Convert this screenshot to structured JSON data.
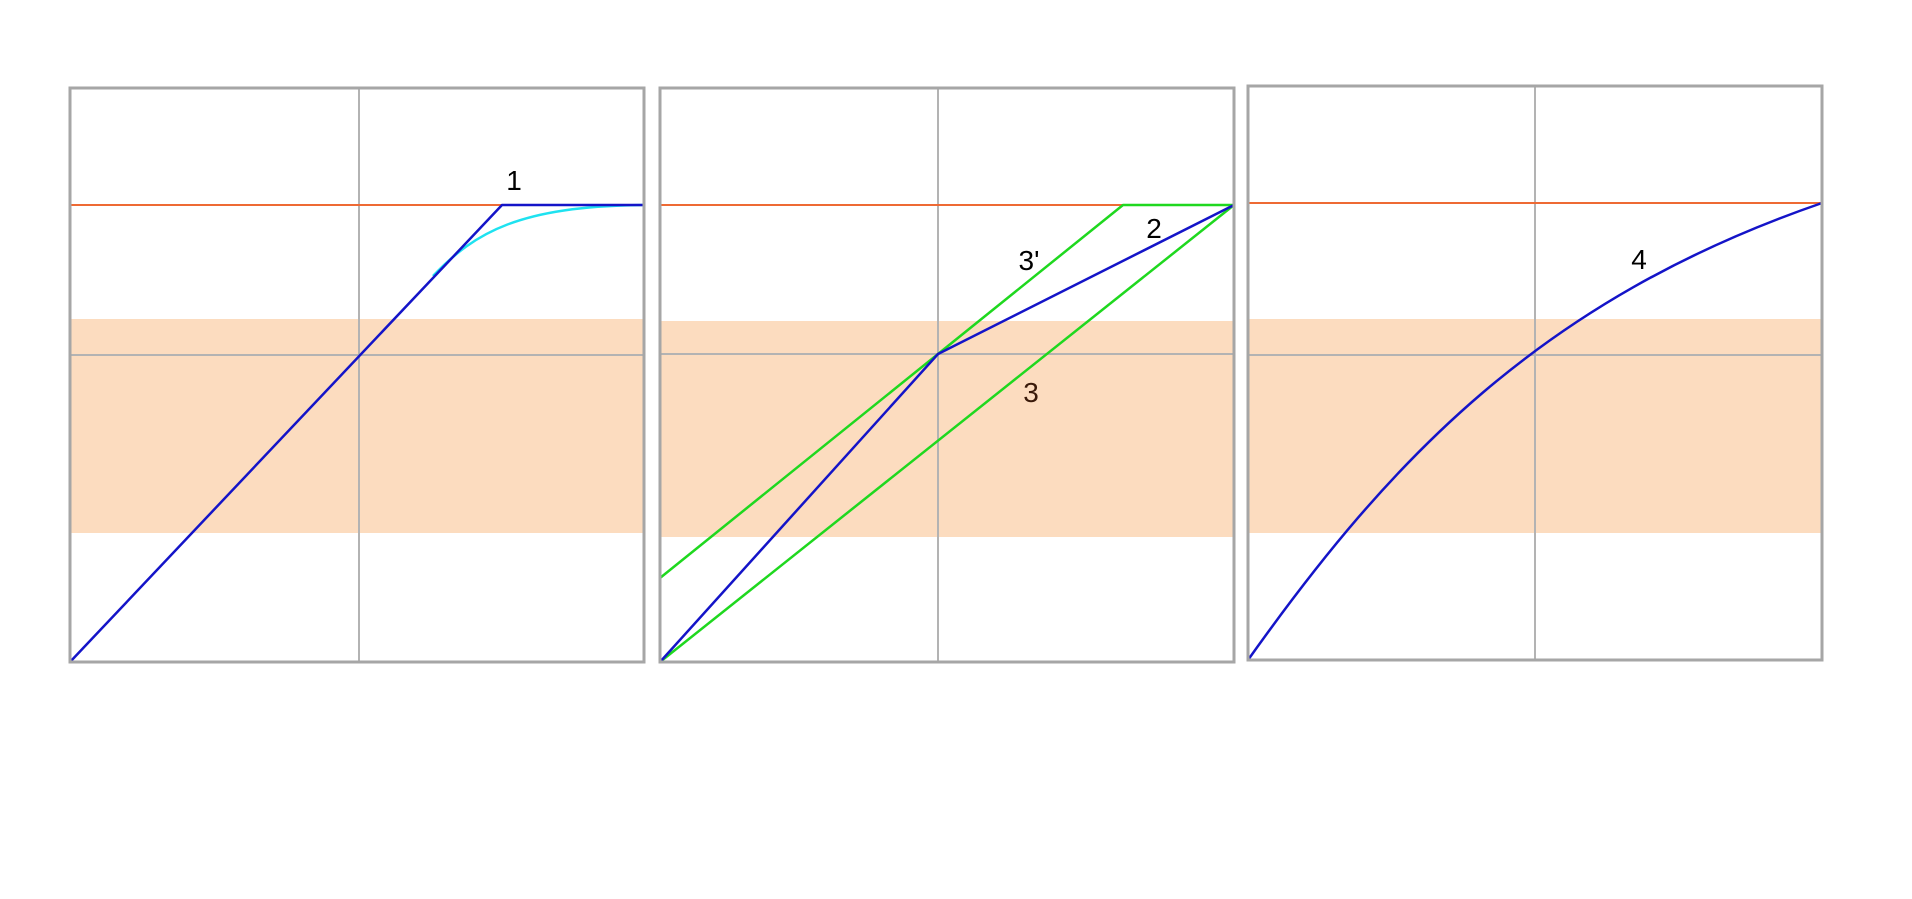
{
  "colors": {
    "frame": "#a6a6a6",
    "grid": "#b3b3b3",
    "band": "#fcdcbf",
    "limit_line": "#ee6a34",
    "blue_curve": "#1414c8",
    "cyan_curve": "#1ee2f0",
    "green_curve": "#1fd81f",
    "label": "#000000",
    "label_3": "#3a1a0a"
  },
  "panels": [
    {
      "labels": [
        {
          "text": "1"
        }
      ]
    },
    {
      "labels": [
        {
          "text": "2"
        },
        {
          "text": "3'"
        },
        {
          "text": "3"
        }
      ]
    },
    {
      "labels": [
        {
          "text": "4"
        }
      ]
    }
  ]
}
